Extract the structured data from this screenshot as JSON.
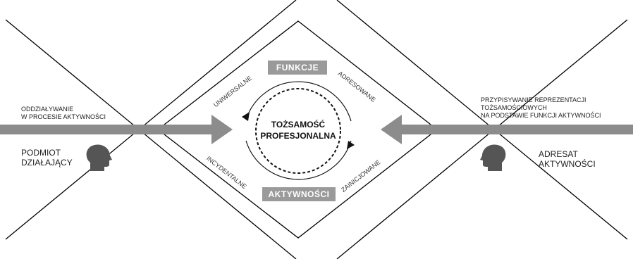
{
  "diagram": {
    "center_line1": "TOŻSAMOŚĆ",
    "center_line2": "PROFESJONALNA",
    "top_box": "FUNKCJE",
    "bottom_box": "AKTYWNOŚCI",
    "side_labels": {
      "top_left": "UNIWERSALNE",
      "top_right": "ADRESOWANE",
      "bottom_left": "INCYDENTALNE",
      "bottom_right": "ZAINICJOWANE"
    },
    "left": {
      "caption_line1": "ODDZIAŁYWANIE",
      "caption_line2": "W PROCESIE AKTYWNOŚCI",
      "person_line1": "PODMIOT",
      "person_line2": "DZIAŁAJĄCY"
    },
    "right": {
      "caption_line1": "PRZYPISYWANIE REPREZENTACJI",
      "caption_line2": "TOŻSAMOŚCIOWYCH",
      "caption_line3": "NA PODSTAWIE FUNKCJI AKTYWNOŚCI",
      "person_line1": "ADRESAT",
      "person_line2": "AKTYWNOŚCI"
    },
    "colors": {
      "arrow": "#8c8c8c",
      "box": "#9a9a9a",
      "head": "#555555",
      "line": "#000000"
    },
    "icons": [
      "head-profile-icon",
      "arrow-right-icon",
      "arrow-left-icon",
      "cycle-arrow-icon"
    ]
  }
}
